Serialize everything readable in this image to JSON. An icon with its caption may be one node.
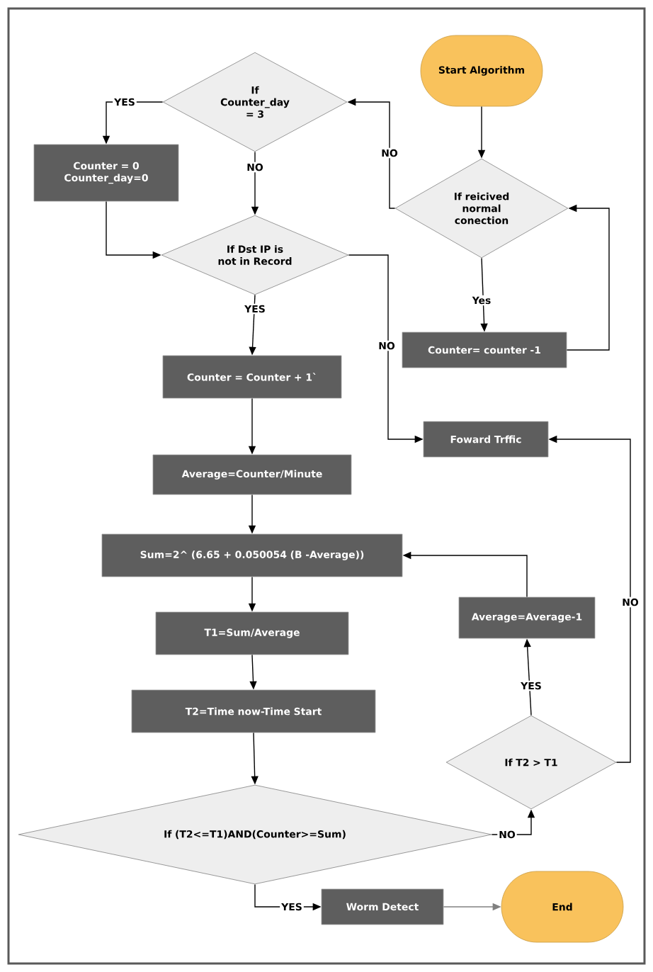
{
  "diagram": {
    "nodes": [
      {
        "text": [
          "Start Algorithm"
        ]
      },
      {
        "text": [
          "If reicived normal conection"
        ]
      },
      {
        "text": [
          "If Counter_day = 3"
        ]
      },
      {
        "text": [
          "Counter = 0 Counter_day=0"
        ]
      },
      {
        "text": [
          "If Dst IP is not in Record"
        ]
      },
      {
        "text": [
          "Counter= counter -1"
        ]
      },
      {
        "text": [
          "Counter = Counter + 1`"
        ]
      },
      {
        "text": [
          "Foward Trffic"
        ]
      },
      {
        "text": [
          "Average=Counter/Minute"
        ]
      },
      {
        "text": [
          "Sum=2^ (6.65 + 0.050054 (B -Average))"
        ]
      },
      {
        "text": [
          "Average=Average-1"
        ]
      },
      {
        "text": [
          "T1=Sum/Average"
        ]
      },
      {
        "text": [
          "T2=Time now-Time Start"
        ]
      },
      {
        "text": [
          "If T2 > T1"
        ]
      },
      {
        "text": [
          "If (T2<=T1)AND(Counter>=Sum)"
        ]
      },
      {
        "text": [
          "Worm Detect"
        ]
      },
      {
        "text": [
          "End"
        ]
      }
    ],
    "edges": [
      {
        "from": 0,
        "to": 1,
        "arrow": "to"
      },
      {
        "from": 1,
        "to": 2,
        "arrow": "to",
        "label": "NO"
      },
      {
        "from": 1,
        "to": 5,
        "arrow": "to",
        "label": "Yes"
      },
      {
        "from": 5,
        "to": 1,
        "arrow": "to"
      },
      {
        "from": 2,
        "to": 3,
        "arrow": "to",
        "label": "YES"
      },
      {
        "from": 2,
        "to": 4,
        "arrow": "to",
        "label": "NO"
      },
      {
        "from": 3,
        "to": 4,
        "arrow": "to"
      },
      {
        "from": 4,
        "to": 6,
        "arrow": "to",
        "label": "YES"
      },
      {
        "from": 4,
        "to": 7,
        "arrow": "to",
        "label": "NO"
      },
      {
        "from": 6,
        "to": 8,
        "arrow": "to"
      },
      {
        "from": 8,
        "to": 9,
        "arrow": "to"
      },
      {
        "from": 9,
        "to": 11,
        "arrow": "to"
      },
      {
        "from": 11,
        "to": 12,
        "arrow": "to"
      },
      {
        "from": 12,
        "to": 14,
        "arrow": "to"
      },
      {
        "from": 14,
        "to": 13,
        "arrow": "to",
        "label": "NO"
      },
      {
        "from": 13,
        "to": 10,
        "arrow": "to",
        "label": "YES"
      },
      {
        "from": 10,
        "to": 9,
        "arrow": "to"
      },
      {
        "from": 13,
        "to": 7,
        "arrow": "to",
        "label": "NO"
      },
      {
        "from": 14,
        "to": 15,
        "arrow": "to",
        "label": "YES"
      },
      {
        "from": 15,
        "to": 16,
        "arrow": "to",
        "color": "#808080"
      }
    ]
  }
}
